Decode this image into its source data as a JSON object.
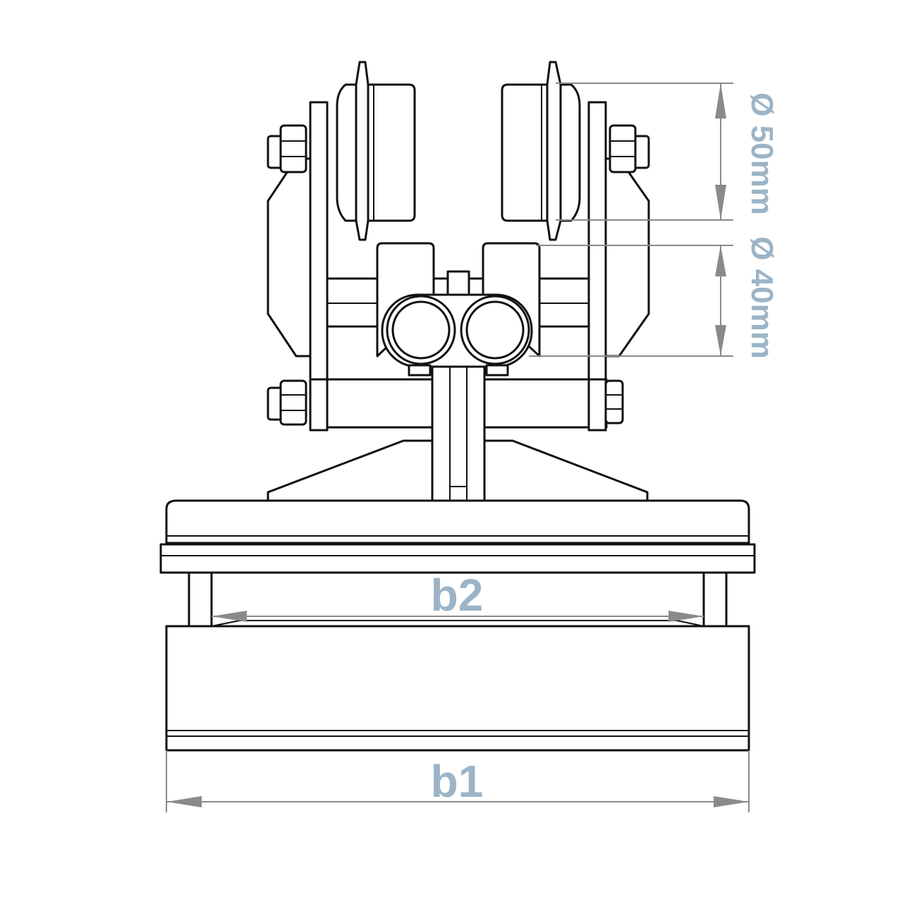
{
  "labels": {
    "width_outer": "b1",
    "width_inner": "b2",
    "wheel_diameter": "Ø 50mm",
    "guide_roller_diameter": "Ø 40mm"
  },
  "colors": {
    "line": "#111111",
    "dimension_line": "#8a8a8a",
    "label": "#9cb4c6",
    "background": "#ffffff"
  }
}
